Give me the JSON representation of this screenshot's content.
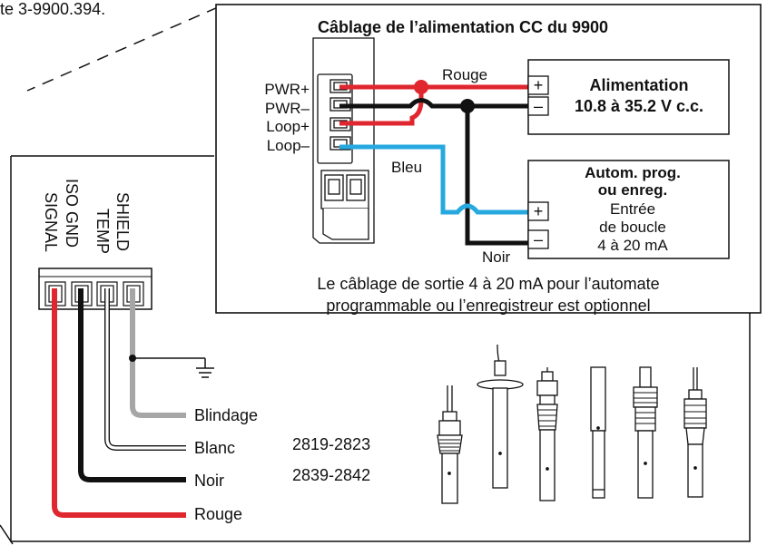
{
  "header_fragment": "te 3-9900.394.",
  "inset": {
    "title": "Câblage de l’alimentation CC du 9900",
    "pins": [
      "PWR+",
      "PWR–",
      "Loop+",
      "Loop–"
    ],
    "wire_rouge": "Rouge",
    "wire_bleu": "Bleu",
    "wire_noir": "Noir",
    "supply": {
      "title": "Alimentation",
      "range": "10.8 à 35.2 V c.c.",
      "plus": "+",
      "minus": "–"
    },
    "plc": {
      "line1": "Autom. prog.",
      "line2": "ou enreg.",
      "line3": "Entrée",
      "line4": "de boucle",
      "line5": "4 à 20 mA",
      "plus": "+",
      "minus": "–"
    },
    "note_line1": "Le câblage de sortie 4 à 20 mA pour l’automate",
    "note_line2": "programmable ou l’enregistreur est optionnel"
  },
  "main": {
    "terminal_labels": [
      "SIGNAL",
      "ISO GND",
      "TEMP",
      "SHIELD"
    ],
    "wire_labels": [
      "Blindage",
      "Blanc",
      "Noir",
      "Rouge"
    ],
    "sensor_models_1": "2819-2823",
    "sensor_models_2": "2839-2842"
  },
  "colors": {
    "red": "#e0262e",
    "black": "#111111",
    "blue": "#27a9df",
    "gray": "#a6a6a6"
  }
}
